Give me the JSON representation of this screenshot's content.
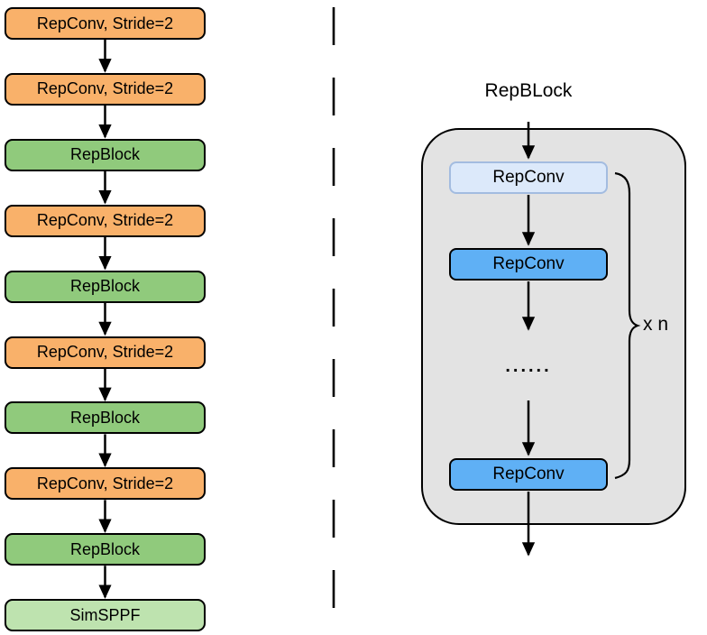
{
  "diagram": {
    "left_column": {
      "boxes": [
        {
          "label": "RepConv, Stride=2",
          "type": "conv"
        },
        {
          "label": "RepConv, Stride=2",
          "type": "conv"
        },
        {
          "label": "RepBlock",
          "type": "block"
        },
        {
          "label": "RepConv, Stride=2",
          "type": "conv"
        },
        {
          "label": "RepBlock",
          "type": "block"
        },
        {
          "label": "RepConv, Stride=2",
          "type": "conv"
        },
        {
          "label": "RepBlock",
          "type": "block"
        },
        {
          "label": "RepConv, Stride=2",
          "type": "conv"
        },
        {
          "label": "RepBlock",
          "type": "block"
        },
        {
          "label": "SimSPPF",
          "type": "sppf"
        }
      ]
    },
    "right_panel": {
      "title": "RepBLock",
      "boxes": [
        {
          "label": "RepConv",
          "type": "first"
        },
        {
          "label": "RepConv",
          "type": "repeat"
        },
        {
          "label": "RepConv",
          "type": "repeat"
        }
      ],
      "ellipsis": "......",
      "repeat_label": "x n"
    },
    "colors": {
      "orange": "#F9B16A",
      "green": "#90CA7C",
      "light-green": "#BEE3AF",
      "light-blue-fill": "#DCE9FA",
      "light-blue-border": "#A3BCE0",
      "blue": "#5FB0F5",
      "panel-gray": "#E3E3E3",
      "border-black": "#000000"
    }
  }
}
